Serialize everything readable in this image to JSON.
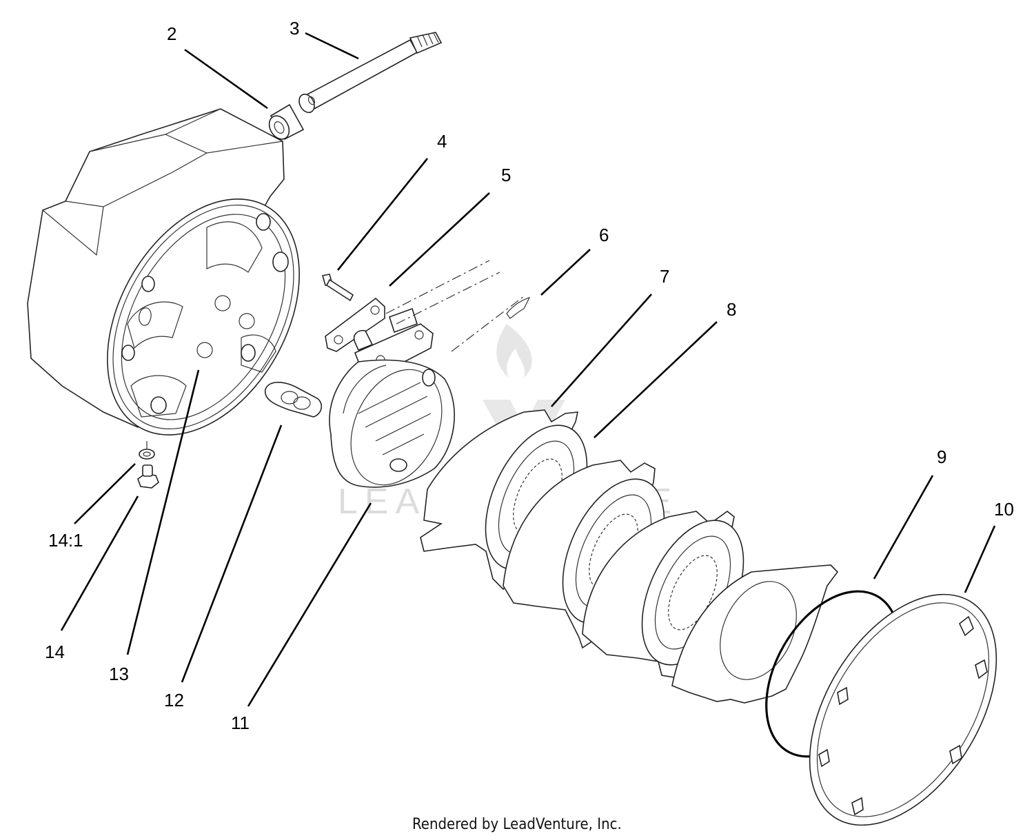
{
  "callouts": {
    "c2": "2",
    "c3": "3",
    "c4": "4",
    "c5": "5",
    "c6": "6",
    "c7": "7",
    "c8": "8",
    "c9": "9",
    "c10": "10",
    "c11": "11",
    "c12": "12",
    "c13": "13",
    "c14": "14",
    "c14_1": "14:1"
  },
  "watermark": "LEADVENTURE",
  "footer": "Rendered by LeadVenture, Inc."
}
